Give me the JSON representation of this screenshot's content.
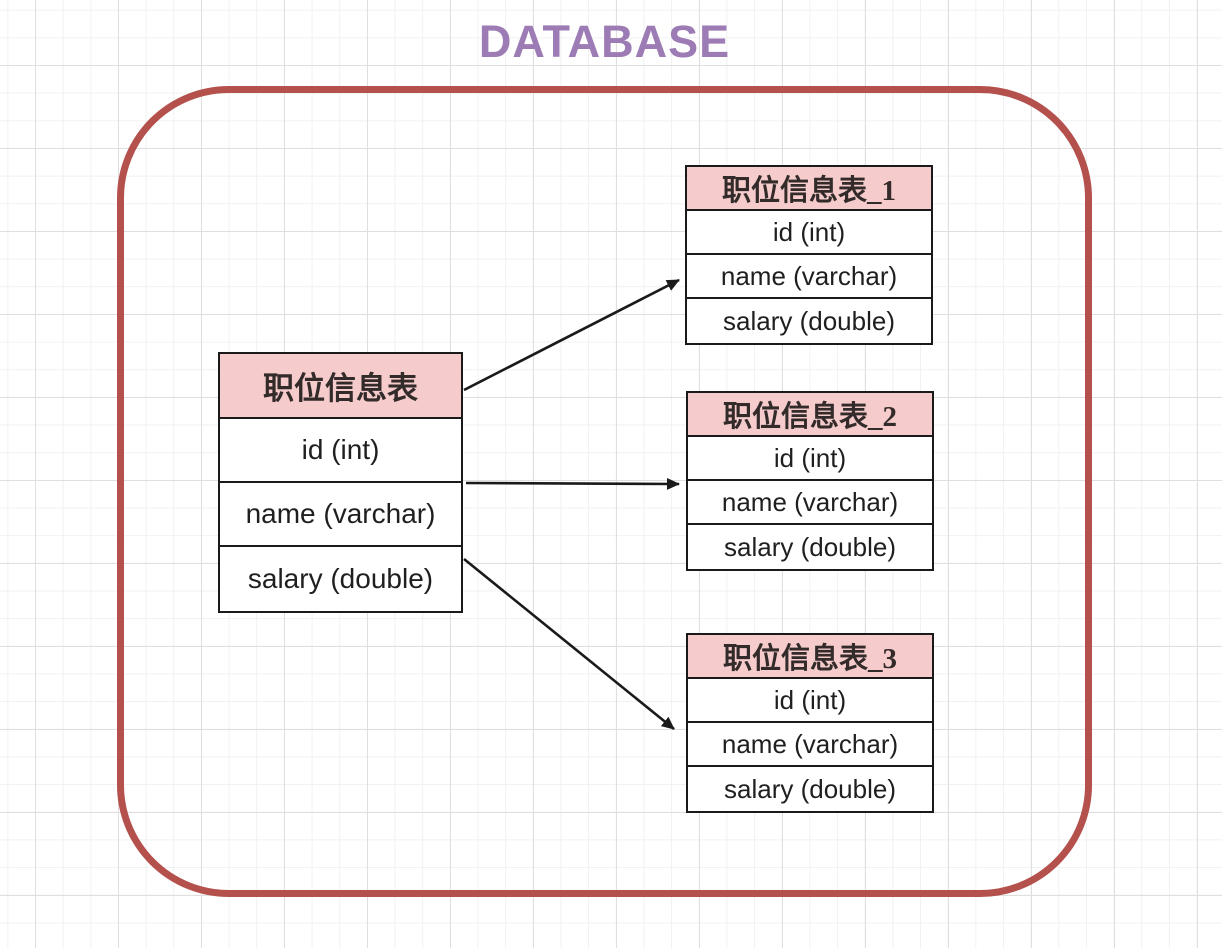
{
  "title": "DATABASE",
  "colors": {
    "title_purple": "#9d7bb5",
    "boundary_red": "#b5514d",
    "table_header_pink": "#f5cccb",
    "table_border": "#1a1a1a"
  },
  "tables": [
    {
      "title": "职位信息表",
      "fields": [
        "id (int)",
        "name (varchar)",
        "salary (double)"
      ]
    },
    {
      "title": "职位信息表_1",
      "fields": [
        "id (int)",
        "name (varchar)",
        "salary (double)"
      ]
    },
    {
      "title": "职位信息表_2",
      "fields": [
        "id (int)",
        "name (varchar)",
        "salary (double)"
      ]
    },
    {
      "title": "职位信息表_3",
      "fields": [
        "id (int)",
        "name (varchar)",
        "salary (double)"
      ]
    }
  ],
  "connections": [
    {
      "from": "职位信息表",
      "to": "职位信息表_1"
    },
    {
      "from": "职位信息表",
      "to": "职位信息表_2"
    },
    {
      "from": "职位信息表",
      "to": "职位信息表_3"
    }
  ]
}
